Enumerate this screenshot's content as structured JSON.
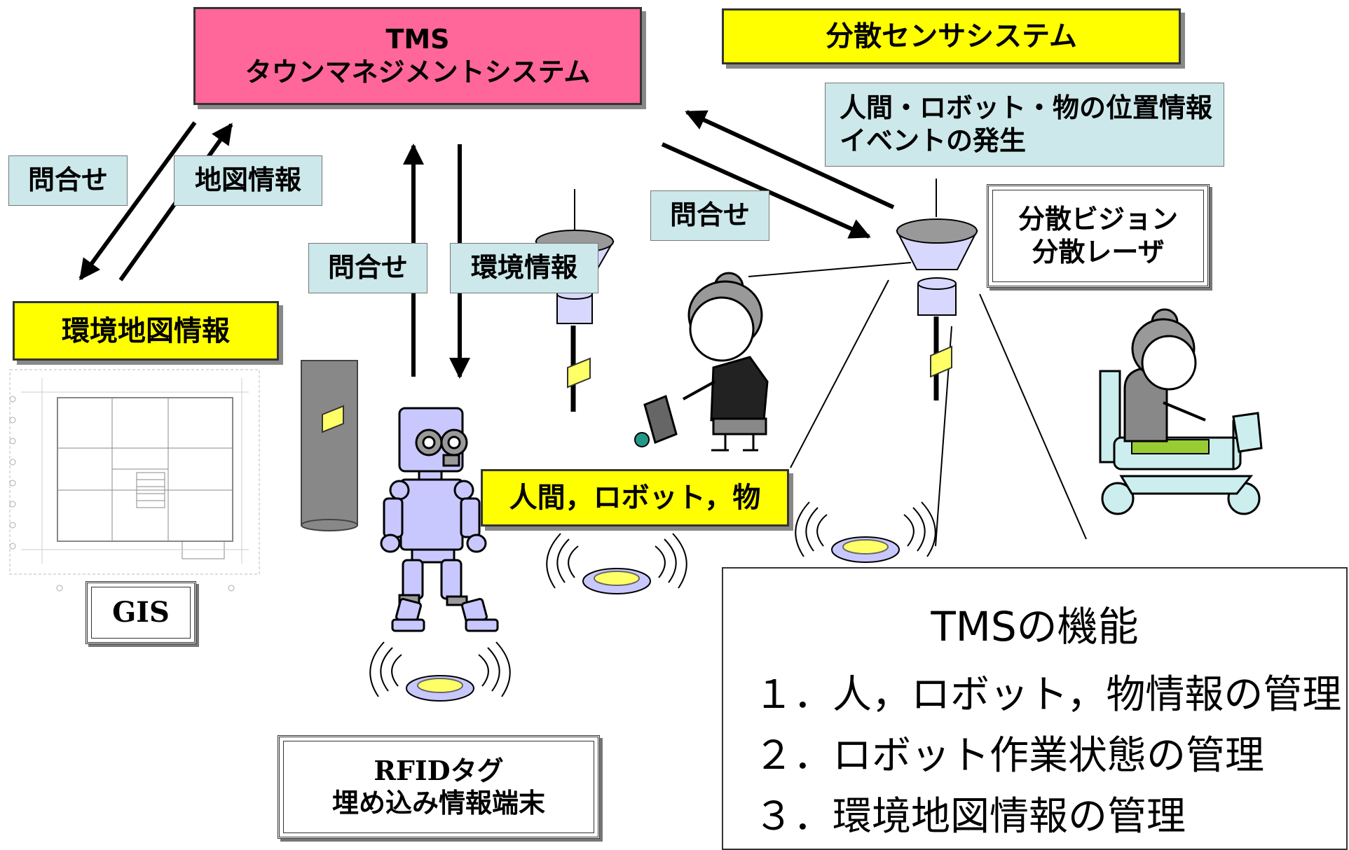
{
  "tms": {
    "line1": "TMS",
    "line2": "タウンマネジメントシステム"
  },
  "sensor_system": "分散センサシステム",
  "position_info": {
    "line1": "人間・ロボット・物の位置情報",
    "line2": "イベントの発生"
  },
  "query_left": "問合せ",
  "map_info": "地図情報",
  "query_center": "問合せ",
  "env_info": "環境情報",
  "query_right": "問合せ",
  "vision_laser": {
    "line1": "分散ビジョン",
    "line2": "分散レーザ"
  },
  "env_map_info": "環境地図情報",
  "gis": "GIS",
  "human_robot_object": "人間，ロボット，物",
  "rfid": {
    "line1": "RFIDタグ",
    "line2": "埋め込み情報端末"
  },
  "functions": {
    "title": "TMSの機能",
    "items": [
      "１．人，ロボット，物情報の管理",
      "２．ロボット作業状態の管理",
      "３．環境地図情報の管理"
    ]
  },
  "colors": {
    "tms": "#ff6699",
    "highlight": "#ffff00",
    "info_box": "#cce8ea",
    "robot": "#c8c8ff"
  }
}
